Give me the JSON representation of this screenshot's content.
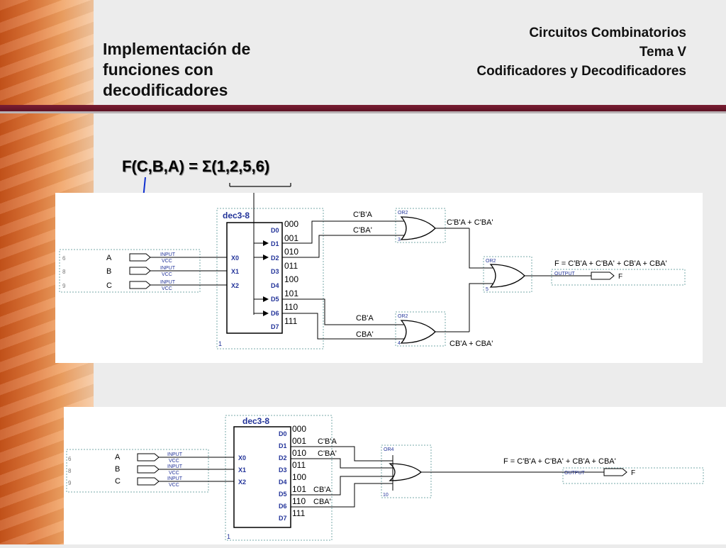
{
  "slide": {
    "title": "Implementación de funciones con decodificadores",
    "header": [
      "Circuitos Combinatorios",
      "Tema V",
      "Codificadores y Decodificadores"
    ],
    "formula": "F(C,B,A) = Σ(1,2,5,6)"
  },
  "circuit_top": {
    "chip_label": "dec3-8",
    "chip_number": "1",
    "inputs": [
      {
        "pin": "6",
        "name": "A",
        "port": "X0",
        "tag": "INPUT",
        "sub": "VCC"
      },
      {
        "pin": "8",
        "name": "B",
        "port": "X1",
        "tag": "INPUT",
        "sub": "VCC"
      },
      {
        "pin": "9",
        "name": "C",
        "port": "X2",
        "tag": "INPUT",
        "sub": "VCC"
      }
    ],
    "outputs": [
      {
        "port": "D0",
        "code": "000"
      },
      {
        "port": "D1",
        "code": "001"
      },
      {
        "port": "D2",
        "code": "010"
      },
      {
        "port": "D3",
        "code": "011"
      },
      {
        "port": "D4",
        "code": "100"
      },
      {
        "port": "D5",
        "code": "101"
      },
      {
        "port": "D6",
        "code": "110"
      },
      {
        "port": "D7",
        "code": "111"
      }
    ],
    "gate1_inputs": [
      "C'B'A",
      "C'BA'"
    ],
    "gate1_output": "C'B'A + C'BA'",
    "gate1_tag": "OR2",
    "gate1_pin": "3",
    "gate2_inputs": [
      "CB'A",
      "CBA'"
    ],
    "gate2_output": "CB'A + CBA'",
    "gate2_tag": "OR2",
    "gate2_pin": "4",
    "gate3_tag": "OR2",
    "gate3_pin": "5",
    "final_expr": "F = C'B'A + C'BA' + CB'A + CBA'",
    "output_tag": "OUTPUT",
    "output_name": "F"
  },
  "circuit_bottom": {
    "chip_label": "dec3-8",
    "chip_number": "1",
    "inputs": [
      {
        "pin": "6",
        "name": "A",
        "port": "X0",
        "tag": "INPUT",
        "sub": "VCC"
      },
      {
        "pin": "8",
        "name": "B",
        "port": "X1",
        "tag": "INPUT",
        "sub": "VCC"
      },
      {
        "pin": "9",
        "name": "C",
        "port": "X2",
        "tag": "INPUT",
        "sub": "VCC"
      }
    ],
    "outputs": [
      {
        "port": "D0",
        "code": "000",
        "term": ""
      },
      {
        "port": "D1",
        "code": "001",
        "term": "C'B'A"
      },
      {
        "port": "D2",
        "code": "010",
        "term": "C'BA'"
      },
      {
        "port": "D3",
        "code": "011",
        "term": ""
      },
      {
        "port": "D4",
        "code": "100",
        "term": ""
      },
      {
        "port": "D5",
        "code": "101",
        "term": "CB'A"
      },
      {
        "port": "D6",
        "code": "110",
        "term": "CBA'"
      },
      {
        "port": "D7",
        "code": "111",
        "term": ""
      }
    ],
    "gate_tag": "OR4",
    "gate_pin": "10",
    "final_expr": "F = C'B'A + C'BA' + CB'A + CBA'",
    "output_tag": "OUTPUT",
    "output_name": "F"
  }
}
